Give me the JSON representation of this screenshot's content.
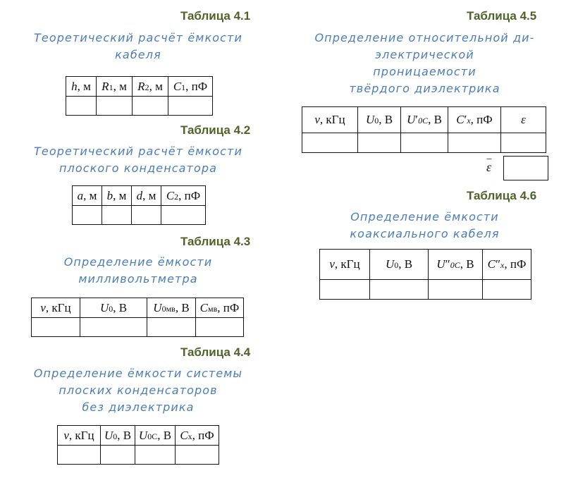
{
  "left": {
    "t41": {
      "label": "Таблица 4.1",
      "caption": [
        "Теоретический расчёт ёмкости",
        "кабеля"
      ],
      "headers": [
        "h, м",
        "R1, м",
        "R2, м",
        "C1, пФ"
      ]
    },
    "t42": {
      "label": "Таблица 4.2",
      "caption": [
        "Теоретический расчёт ёмкости",
        "плоского конденсатора"
      ],
      "headers": [
        "a, м",
        "b, м",
        "d, м",
        "C2, пФ"
      ]
    },
    "t43": {
      "label": "Таблица 4.3",
      "caption": [
        "Определение ёмкости",
        "милливольтметра"
      ],
      "headers": [
        "ν, кГц",
        "U0, В",
        "U0мв, В",
        "Cмв, пФ"
      ]
    },
    "t44": {
      "label": "Таблица 4.4",
      "caption": [
        "Определение ёмкости системы",
        "плоских конденсаторов",
        "без диэлектрика"
      ],
      "headers": [
        "ν, кГц",
        "U0, В",
        "U0C, В",
        "Cx, пФ"
      ]
    }
  },
  "right": {
    "t45": {
      "label": "Таблица 4.5",
      "caption": [
        "Определение относительной ди-",
        "электрической",
        "проницаемости",
        "твёрдого диэлектрика"
      ],
      "headers": [
        "ν, кГц",
        "U0, В",
        "U′0C, В",
        "C′x, пФ",
        "ε"
      ],
      "mean_label": "ε̄"
    },
    "t46": {
      "label": "Таблица 4.6",
      "caption": [
        "Определение ёмкости",
        "коаксиального кабеля"
      ],
      "headers": [
        "ν, кГц",
        "U0, В",
        "U″0C, В",
        "C″x, пФ"
      ]
    }
  }
}
